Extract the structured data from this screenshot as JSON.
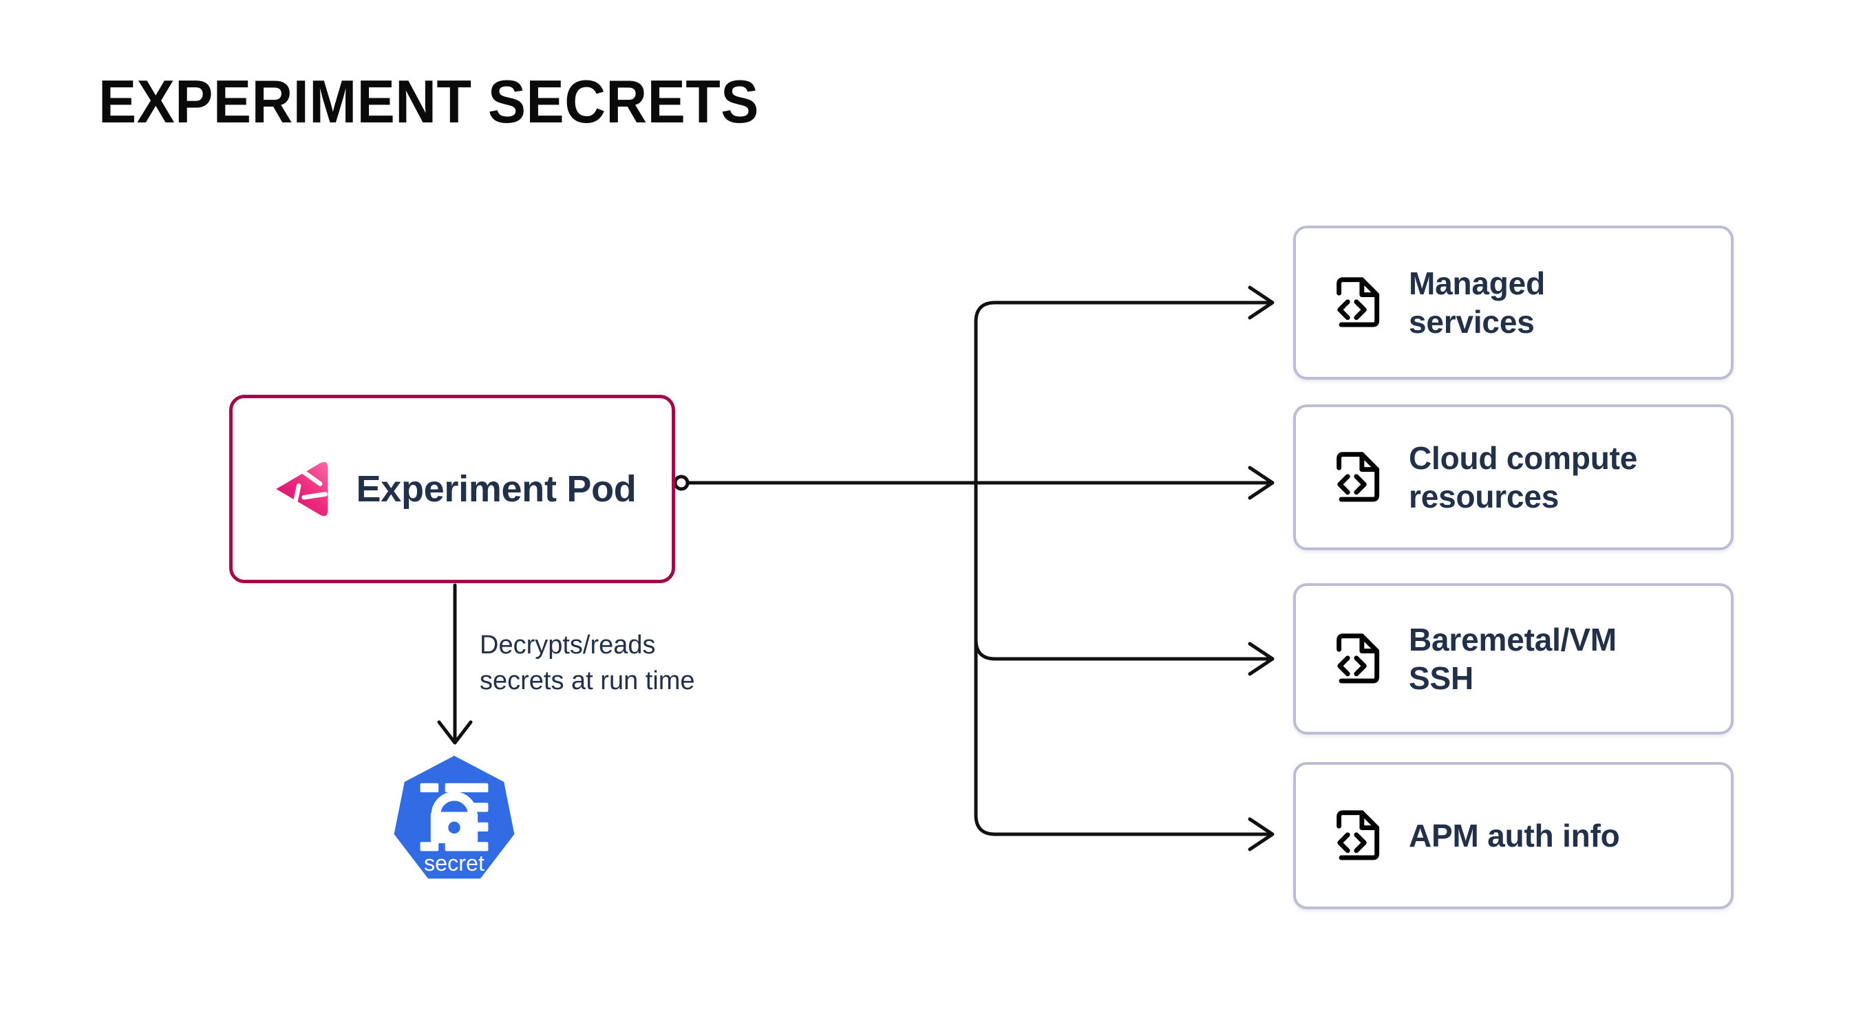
{
  "page": {
    "title": "EXPERIMENT SECRETS",
    "background_color": "#ffffff"
  },
  "colors": {
    "pod_border": "#A30A48",
    "card_border": "#BCBDD4",
    "text_navy": "#22304A",
    "connector": "#111111",
    "k8s_blue": "#326CE5",
    "logo_pink_light": "#F4538A",
    "logo_pink_dark": "#E0136B",
    "title_black": "#0a0a0a"
  },
  "source_node": {
    "label": "Experiment Pod",
    "icon": "steadybit-logo-icon",
    "border_color": "#A30A48"
  },
  "secret_node": {
    "label": "secret",
    "icon": "kubernetes-secret-icon",
    "shape": "heptagon",
    "color": "#326CE5"
  },
  "annotation": {
    "line1": "Decrypts/reads",
    "line2": "secrets at run time"
  },
  "targets": [
    {
      "id": "managed-services",
      "label_line1": "Managed",
      "label_line2": "services",
      "icon": "file-code-icon"
    },
    {
      "id": "cloud-compute-resources",
      "label_line1": "Cloud compute",
      "label_line2": "resources",
      "icon": "file-code-icon"
    },
    {
      "id": "baremetal-vm-ssh",
      "label_line1": "Baremetal/VM",
      "label_line2": "SSH",
      "icon": "file-code-icon"
    },
    {
      "id": "apm-auth-info",
      "label_line1": "APM auth info",
      "label_line2": "",
      "icon": "file-code-icon"
    }
  ],
  "connectors": {
    "source_port": "circle",
    "arrowhead": "open-chevron",
    "branch_count": 4,
    "vertical_arrow_label": "Decrypts/reads secrets at run time"
  }
}
